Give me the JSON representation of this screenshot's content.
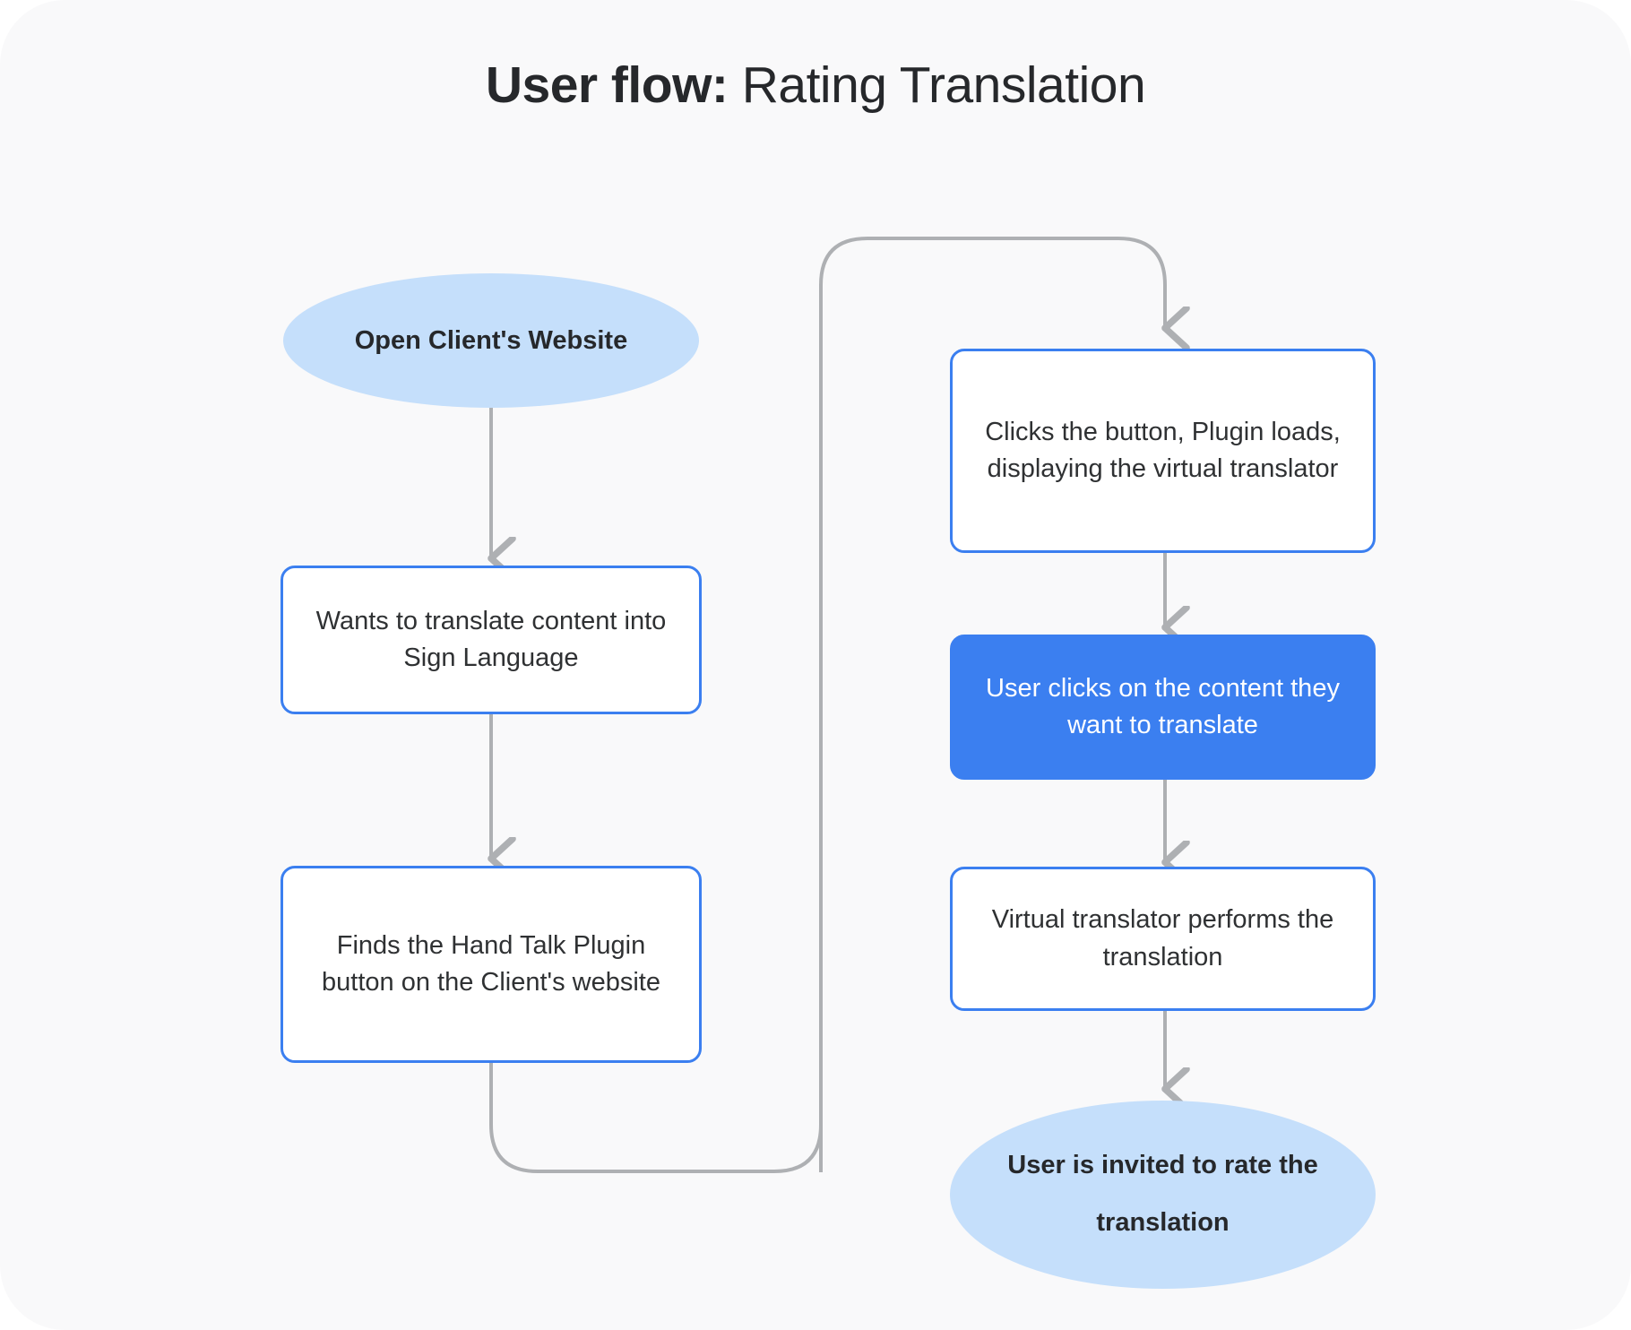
{
  "page": {
    "background_color": "#f9f9fa",
    "title_bold": "User flow:",
    "title_regular": " Rating Translation"
  },
  "theme": {
    "node_border_color": "#3b7ff0",
    "node_fill_highlight": "#3b7ff0",
    "ellipse_fill": "#c5dffb",
    "edge_color": "#aeb0b3",
    "text_color": "#2f3133",
    "text_color_inverse": "#ffffff"
  },
  "flow": {
    "nodes": [
      {
        "id": "start",
        "shape": "ellipse",
        "label": "Open Client's Website",
        "label_lines": [
          "Open Client's",
          "Website"
        ],
        "column": "left",
        "order": 1,
        "style": "terminal"
      },
      {
        "id": "wants-translate",
        "shape": "rounded-rect",
        "label": "Wants to translate content into Sign Language",
        "label_lines": [
          "Wants to translate content",
          "into Sign Language"
        ],
        "column": "left",
        "order": 2,
        "style": "outlined"
      },
      {
        "id": "finds-plugin-button",
        "shape": "rounded-rect",
        "label": "Finds the Hand Talk Plugin button on the Client's website",
        "label_lines": [
          "Finds the Hand Talk Plugin",
          "button on the Client's",
          "website"
        ],
        "column": "left",
        "order": 3,
        "style": "outlined"
      },
      {
        "id": "clicks-button-plugin-loads",
        "shape": "rounded-rect",
        "label": "Clicks the button, Plugin loads, displaying the virtual translator",
        "label_lines": [
          "Clicks the button, Plugin",
          "loads, displaying the virtual",
          "translator"
        ],
        "column": "right",
        "order": 1,
        "style": "outlined"
      },
      {
        "id": "user-clicks-content",
        "shape": "rounded-rect",
        "label": "User clicks on the content they want to translate",
        "label_lines": [
          "User clicks on the content",
          "they want to translate"
        ],
        "column": "right",
        "order": 2,
        "style": "filled"
      },
      {
        "id": "translator-performs",
        "shape": "rounded-rect",
        "label": "Virtual translator performs the translation",
        "label_lines": [
          "Virtual translator performs",
          "the translation"
        ],
        "column": "right",
        "order": 3,
        "style": "outlined"
      },
      {
        "id": "invited-to-rate",
        "shape": "ellipse",
        "label": "User is invited to rate the translation",
        "label_lines": [
          "User is invited to",
          "rate the translation"
        ],
        "column": "right",
        "order": 4,
        "style": "terminal"
      }
    ],
    "edges": [
      {
        "id": "e1",
        "from": "start",
        "to": "wants-translate",
        "kind": "straight-down",
        "arrow": true
      },
      {
        "id": "e2",
        "from": "wants-translate",
        "to": "finds-plugin-button",
        "kind": "straight-down",
        "arrow": true
      },
      {
        "id": "e3",
        "from": "finds-plugin-button",
        "to": "clicks-button-plugin-loads",
        "kind": "loop-around",
        "arrow": true
      },
      {
        "id": "e4",
        "from": "clicks-button-plugin-loads",
        "to": "user-clicks-content",
        "kind": "straight-down",
        "arrow": true
      },
      {
        "id": "e5",
        "from": "user-clicks-content",
        "to": "translator-performs",
        "kind": "straight-down",
        "arrow": true
      },
      {
        "id": "e6",
        "from": "translator-performs",
        "to": "invited-to-rate",
        "kind": "straight-down",
        "arrow": true
      }
    ]
  }
}
